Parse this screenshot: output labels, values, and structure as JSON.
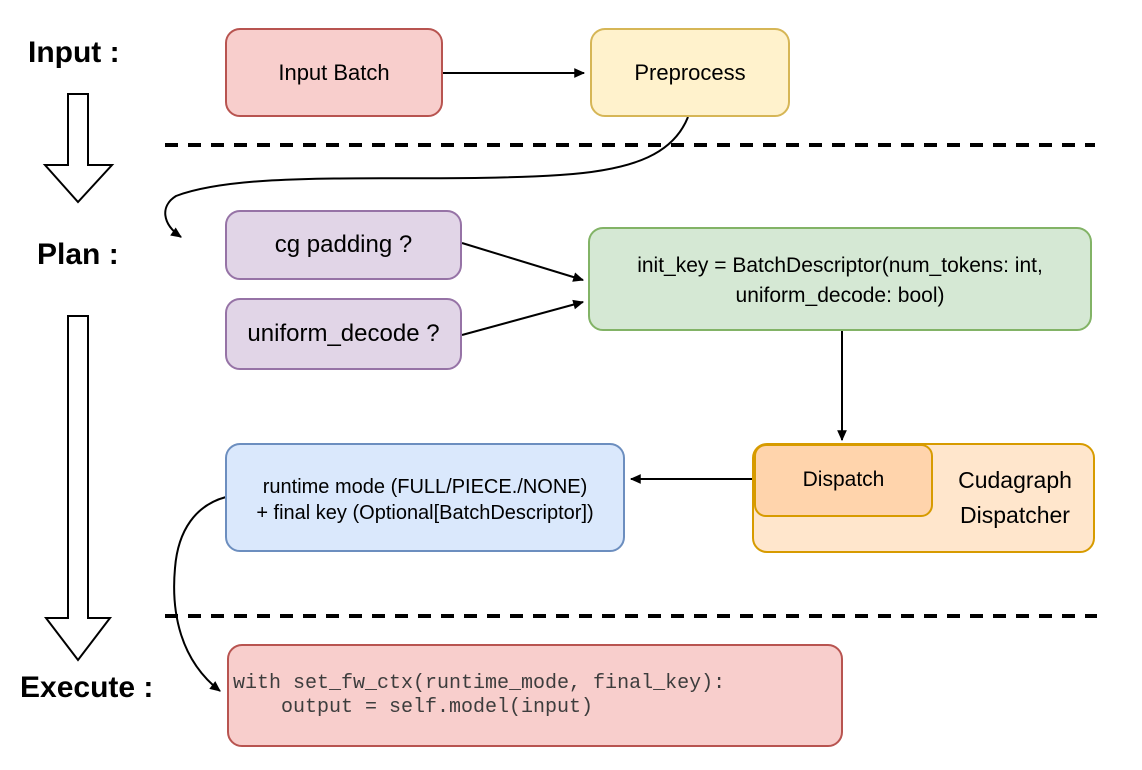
{
  "stages": {
    "input": "Input :",
    "plan": "Plan :",
    "execute": "Execute :"
  },
  "nodes": {
    "input_batch": {
      "label": "Input Batch",
      "fill": "#f8cecc",
      "border": "#b85450"
    },
    "preprocess": {
      "label": "Preprocess",
      "fill": "#fff2cc",
      "border": "#d6b656"
    },
    "cg_padding": {
      "label": "cg padding ?",
      "fill": "#e1d5e7",
      "border": "#9673a6"
    },
    "uniform_decode": {
      "label": "uniform_decode ?",
      "fill": "#e1d5e7",
      "border": "#9673a6"
    },
    "init_key": {
      "lines": [
        "init_key = BatchDescriptor(num_tokens: int,",
        "uniform_decode: bool)"
      ],
      "fill": "#d5e8d4",
      "border": "#82b366"
    },
    "dispatch": {
      "label": "Dispatch",
      "fill": "#ffd4ac",
      "border": "#d79b00"
    },
    "cudagraph_dispatcher": {
      "lines": [
        "Cudagraph",
        "Dispatcher"
      ],
      "fill": "#ffe6cc",
      "border": "#d79b00"
    },
    "runtime_mode": {
      "lines": [
        "runtime mode (FULL/PIECE./NONE)",
        "+ final key (Optional[BatchDescriptor])"
      ],
      "fill": "#dae8fc",
      "border": "#6c8ebf"
    },
    "execute_code": {
      "lines": [
        "with set_fw_ctx(runtime_mode, final_key):",
        "    output = self.model(input)"
      ],
      "fill": "#f8cecc",
      "border": "#b85450",
      "text_color": "#3d3d3d"
    }
  },
  "connector_color": "#000000"
}
